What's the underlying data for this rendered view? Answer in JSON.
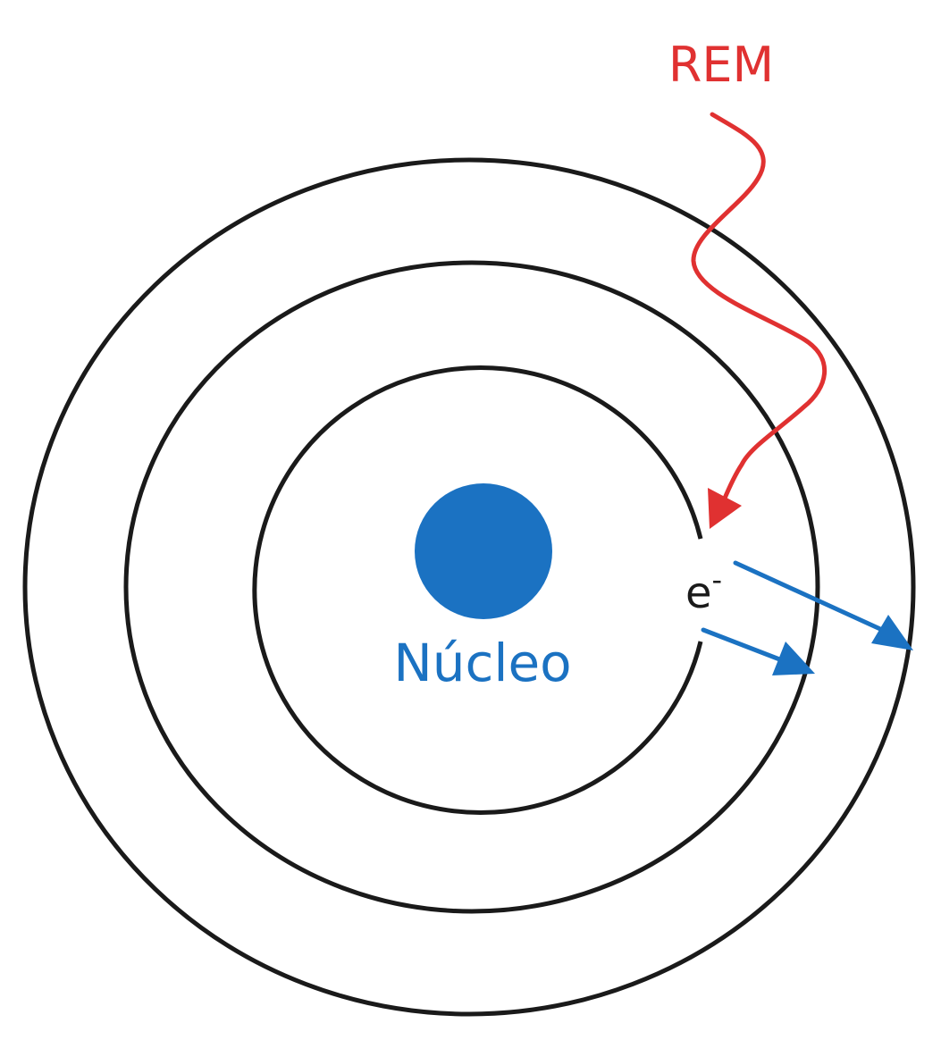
{
  "labels": {
    "radiation": "REM",
    "nucleus": "Núcleo",
    "electron": "e",
    "electron_charge": "-"
  },
  "colors": {
    "orbit": "#1a1a1a",
    "radiation": "#e03131",
    "nucleus": "#1b72c2",
    "arrow": "#1b72c2",
    "electron_text": "#1a1a1a",
    "background": "#ffffff"
  }
}
